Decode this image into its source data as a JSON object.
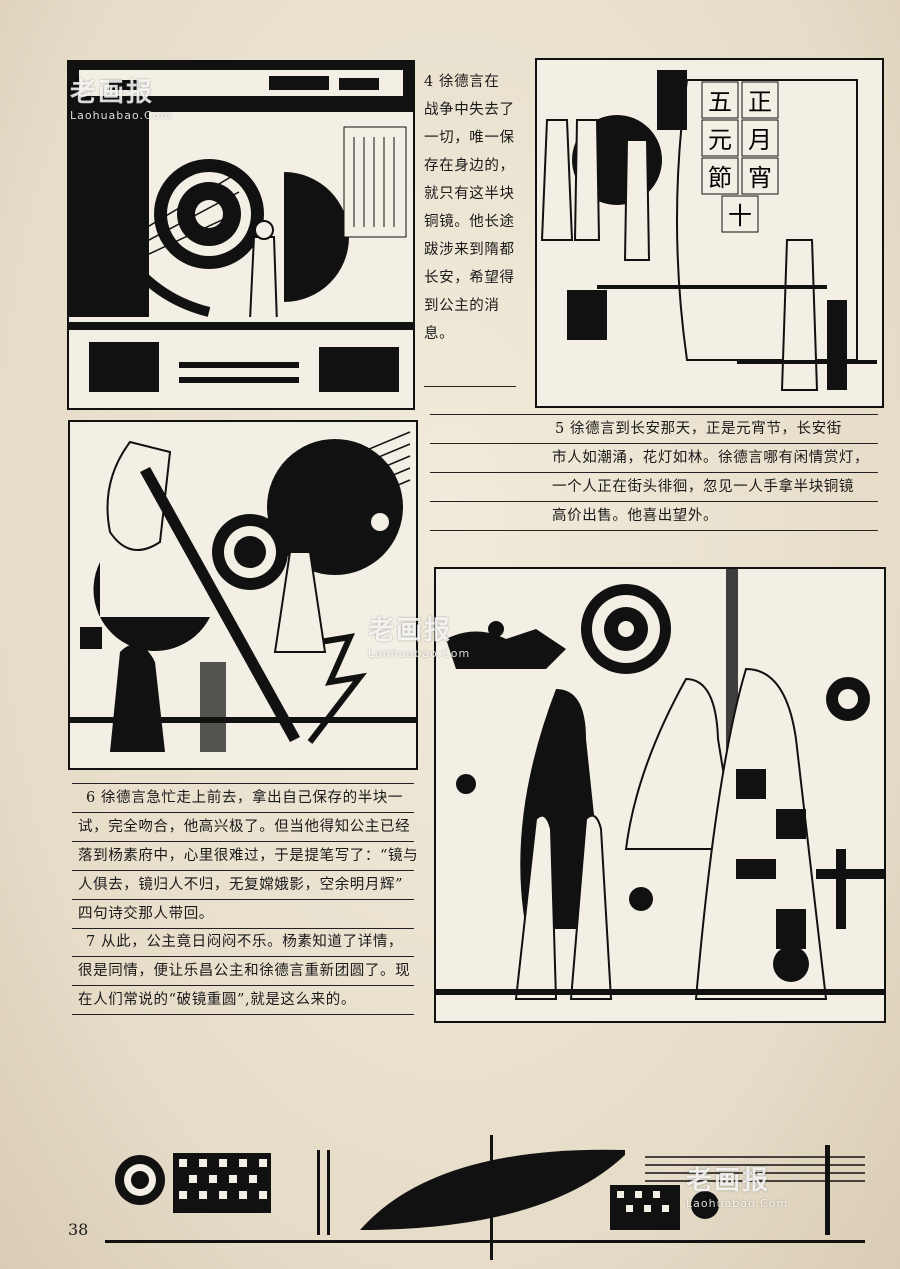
{
  "page_number": "38",
  "panels": {
    "p4_text": [
      "4  徐德言在",
      "战争中失去了",
      "一切，唯一保",
      "存在身边的，",
      "就只有这半块",
      "铜镜。他长途",
      "跋涉来到隋都",
      "长安，希望得",
      "到公主的消",
      "息。"
    ],
    "p5_text": [
      "5  徐德言到长安那天，正是元宵节，长安街",
      "市人如潮涌，花灯如林。徐德言哪有闲情赏灯，",
      "一个人正在街头徘徊，忽见一人手拿半块铜镜",
      "高价出售。他喜出望外。"
    ],
    "p6_text": [
      "6  徐德言急忙走上前去，拿出自己保存的半块一",
      "试，完全吻合，他高兴极了。但当他得知公主已经",
      "落到杨素府中，心里很难过，于是提笔写了：“镜与",
      "人俱去，镜归人不归，无复嫦娥影，空余明月辉”",
      "四句诗交那人带回。"
    ],
    "p7_text": [
      "7  从此，公主竟日闷闷不乐。杨素知道了详情，",
      "很是同情，便让乐昌公主和徐德言重新团圆了。现",
      "在人们常说的“破镜重圆”,就是这么来的。"
    ],
    "lantern_sign": [
      "五",
      "正",
      "元",
      "月",
      "節",
      "宵",
      "十"
    ]
  },
  "watermark": {
    "name": "老画报",
    "url": "Laohuabao.Com"
  }
}
